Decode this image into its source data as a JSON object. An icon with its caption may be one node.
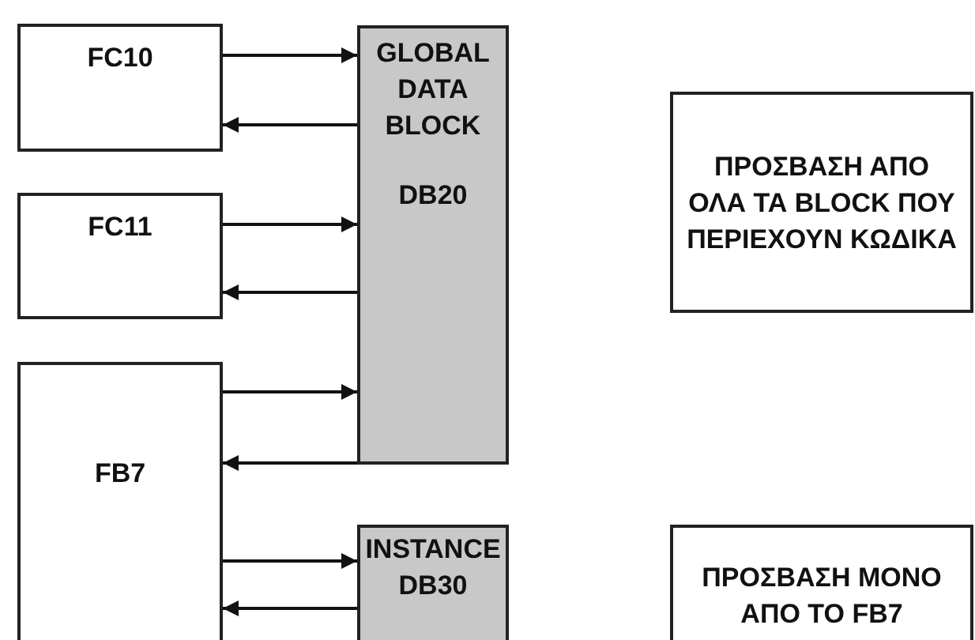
{
  "diagram": {
    "nodes": [
      {
        "text": [
          "FC10"
        ]
      },
      {
        "text": [
          "FC11"
        ]
      },
      {
        "text": [
          "FB7"
        ]
      },
      {
        "text": [
          "GLOBAL DATA BLOCK",
          "DB20"
        ]
      },
      {
        "text": [
          "INSTANCE",
          "DB30"
        ]
      },
      {
        "text": [
          "ΠΡΟΣΒΑΣΗ ΑΠΟ ΟΛΑ ΤΑ BLOCK ΠΟΥ ΠΕΡΙΕΧΟΥΝ ΚΩΔΙΚΑ"
        ]
      },
      {
        "text": [
          "ΠΡΟΣΒΑΣΗ ΜΟΝΟ ΑΠΟ ΤΟ FB7"
        ]
      }
    ],
    "edges": [
      {
        "from": 0,
        "to": 3,
        "arrow": "to"
      },
      {
        "from": 3,
        "to": 0,
        "arrow": "to"
      },
      {
        "from": 1,
        "to": 3,
        "arrow": "to"
      },
      {
        "from": 3,
        "to": 1,
        "arrow": "to"
      },
      {
        "from": 2,
        "to": 3,
        "arrow": "to"
      },
      {
        "from": 3,
        "to": 2,
        "arrow": "to"
      },
      {
        "from": 2,
        "to": 4,
        "arrow": "to"
      },
      {
        "from": 4,
        "to": 2,
        "arrow": "to"
      }
    ]
  }
}
